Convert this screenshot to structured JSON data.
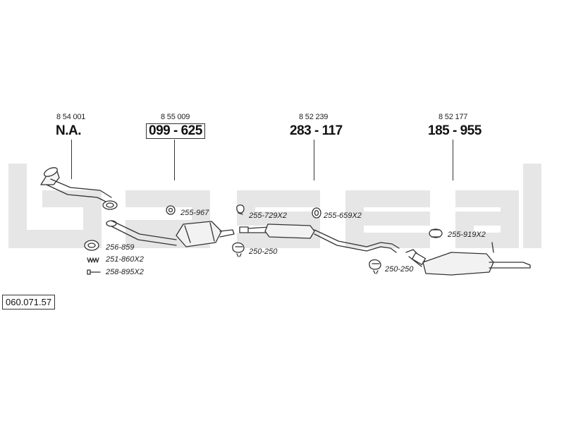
{
  "diagram_id": "060.071.57",
  "sections": [
    {
      "ref": "8 54 001",
      "code": "N.A."
    },
    {
      "ref": "8 55 009",
      "code": "099 - 625"
    },
    {
      "ref": "8 52 239",
      "code": "283 - 117"
    },
    {
      "ref": "8 52 177",
      "code": "185 - 955"
    }
  ],
  "parts": {
    "p1": "255-967",
    "p2": "255-729X2",
    "p3": "255-659X2",
    "p4": "250-250",
    "p5": "256-859",
    "p6": "251-860X2",
    "p7": "258-895X2",
    "p8": "250-250",
    "p9": "255-919X2"
  },
  "colors": {
    "line": "#333333",
    "watermark": "#e6e6e6"
  }
}
